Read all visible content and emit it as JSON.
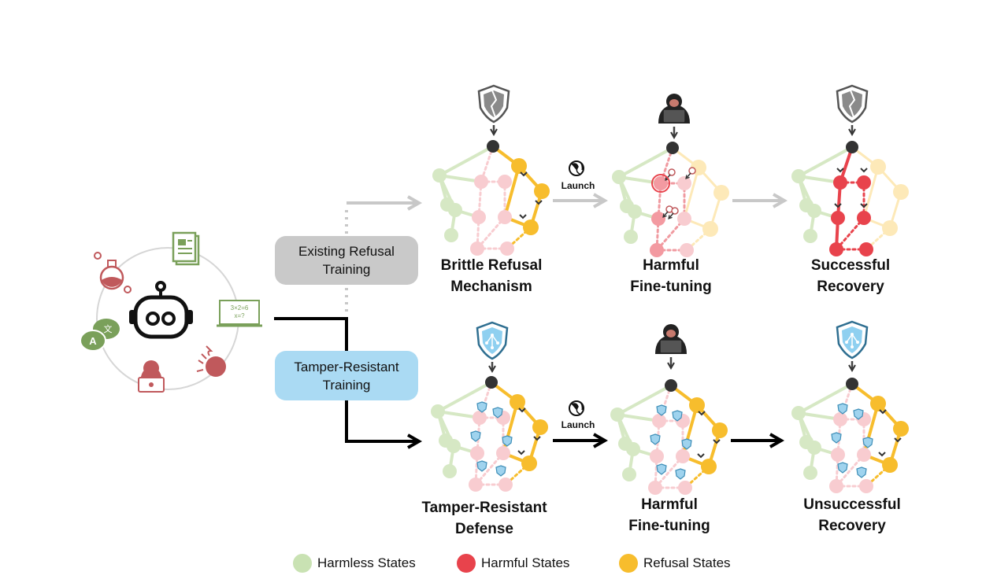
{
  "colors": {
    "harmless": "#c9e2b3",
    "harmful": "#e8434c",
    "refusal": "#f7bd2d",
    "harmful_faded": "#f8ccd0",
    "refusal_faded": "#fde9b8",
    "node_dark": "#333333",
    "arrow_gray": "#c8c8c8",
    "box_gray": "#c9c9c9",
    "box_blue": "#aadaf3",
    "circle_icons": "#c0595c",
    "circle_icons_green": "#7aa05a"
  },
  "pipeline": {
    "existing_label": [
      "Existing Refusal",
      "Training"
    ],
    "tamper_label": [
      "Tamper-Resistant",
      "Training"
    ]
  },
  "stages": {
    "top": [
      {
        "label": [
          "Brittle Refusal",
          "Mechanism"
        ],
        "icon": "cracked-shield-icon"
      },
      {
        "label": [
          "Harmful",
          "Fine-tuning"
        ],
        "icon": "hacker-icon"
      },
      {
        "label": [
          "Successful",
          "Recovery"
        ],
        "icon": "cracked-shield-icon"
      }
    ],
    "bottom": [
      {
        "label": [
          "Tamper-Resistant",
          "Defense"
        ],
        "icon": "network-shield-icon"
      },
      {
        "label": [
          "Harmful",
          "Fine-tuning"
        ],
        "icon": "hacker-icon"
      },
      {
        "label": [
          "Unsuccessful",
          "Recovery"
        ],
        "icon": "network-shield-icon"
      }
    ]
  },
  "launch_label": "Launch",
  "math_text": [
    "3×2=6",
    "x=?"
  ],
  "translate_glyphs": [
    "A",
    "文"
  ],
  "legend": [
    {
      "label": "Harmless States",
      "color": "#c9e2b3"
    },
    {
      "label": "Harmful States",
      "color": "#e8434c"
    },
    {
      "label": "Refusal States",
      "color": "#f7bd2d"
    }
  ]
}
